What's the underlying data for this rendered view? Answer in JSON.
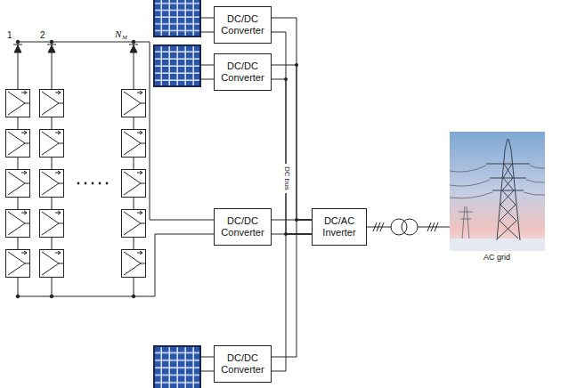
{
  "diagram": {
    "nodes": [
      {
        "text": [
          "DC/DC Converter"
        ]
      },
      {
        "text": [
          "DC/DC Converter"
        ]
      },
      {
        "text": [
          "DC/DC Converter"
        ]
      },
      {
        "text": [
          "DC/AC Inverter"
        ]
      },
      {
        "text": [
          "DC/DC Converter"
        ]
      }
    ],
    "edges": [
      {
        "from": 0,
        "to": 3,
        "arrow": "none"
      },
      {
        "from": 1,
        "to": 3,
        "arrow": "none"
      },
      {
        "from": 2,
        "to": 3,
        "arrow": "none"
      },
      {
        "from": 4,
        "to": 3,
        "arrow": "none"
      }
    ],
    "labels": [
      "1",
      "2",
      "N",
      "M",
      "DC bus",
      "AC grid"
    ]
  }
}
